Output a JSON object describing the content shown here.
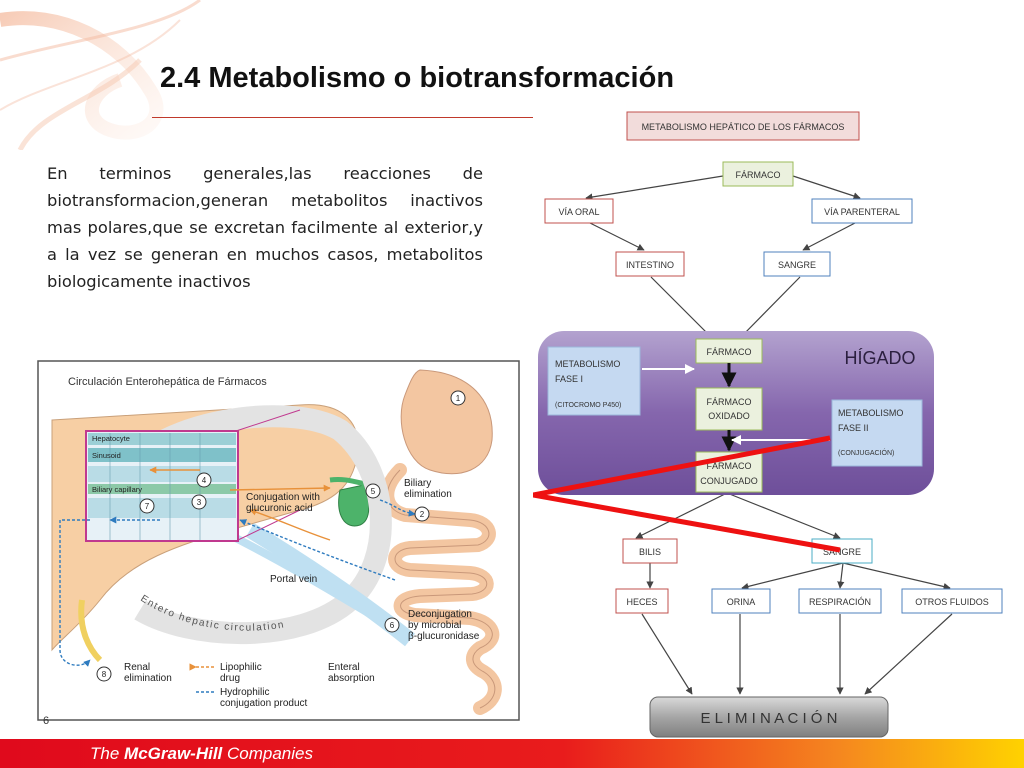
{
  "slide": {
    "title": "2.4 Metabolismo o biotransformación",
    "body": "En terminos generales,las reacciones de biotransformacion,generan metabolitos inactivos mas polares,que se excretan facilmente al exterior,y a la vez se generan en muchos casos, metabolitos biologicamente inactivos",
    "slide_number": "6",
    "footer": {
      "prefix": "The ",
      "brand": "McGraw-Hill",
      "suffix": " Companies"
    }
  },
  "flow": {
    "header": "METABOLISMO HEPÁTICO DE LOS FÁRMACOS",
    "farmaco": "FÁRMACO",
    "via_oral": "VÍA ORAL",
    "via_parenteral": "VÍA PARENTERAL",
    "intestino": "INTESTINO",
    "sangre": "SANGRE",
    "higado": "HÍGADO",
    "farmaco_inner": "FÁRMACO",
    "fase1_l1": "METABOLISMO",
    "fase1_l2": "FASE I",
    "fase1_l3": "(CITOCROMO P450)",
    "oxidado_l1": "FÁRMACO",
    "oxidado_l2": "OXIDADO",
    "fase2_l1": "METABOLISMO",
    "fase2_l2": "FASE II",
    "fase2_l3": "(CONJUGACIÓN)",
    "conjugado_l1": "FÁRMACO",
    "conjugado_l2": "CONJUGADO",
    "bilis": "BILIS",
    "sangre2": "SANGRE",
    "heces": "HECES",
    "orina": "ORINA",
    "respiracion": "RESPIRACIÓN",
    "otros": "OTROS FLUIDOS",
    "eliminacion": "E L I M I N A C I Ó N"
  },
  "entero": {
    "title": "Circulación Enterohepática de Fármacos",
    "hepatocyte": "Hepatocyte",
    "sinusoid": "Sinusoid",
    "biliary_capillary": "Biliary capillary",
    "conjugation_l1": "Conjugation with",
    "conjugation_l2": "glucuronic acid",
    "biliary_l1": "Biliary",
    "biliary_l2": "elimination",
    "portal_vein": "Portal vein",
    "circulation": "Entero hepatic circulation",
    "decon_l1": "Deconjugation",
    "decon_l2": "by microbial",
    "decon_l3": "β-glucuronidase",
    "renal_l1": "Renal",
    "renal_l2": "elimination",
    "lipo_l1": "Lipophilic",
    "lipo_l2": "drug",
    "hydro_l1": "Hydrophilic",
    "hydro_l2": "conjugation product",
    "enteral_l1": "Enteral",
    "enteral_l2": "absorption",
    "n1": "1",
    "n2": "2",
    "n3": "3",
    "n4": "4",
    "n5": "5",
    "n6": "6",
    "n7": "7",
    "n8": "8"
  },
  "colors": {
    "red_box": "#c0504d",
    "blue_box": "#4f81bd",
    "green_box": "#9bbb59",
    "liver_purple": "#8064a2",
    "footer_red": "#e00a1c"
  }
}
